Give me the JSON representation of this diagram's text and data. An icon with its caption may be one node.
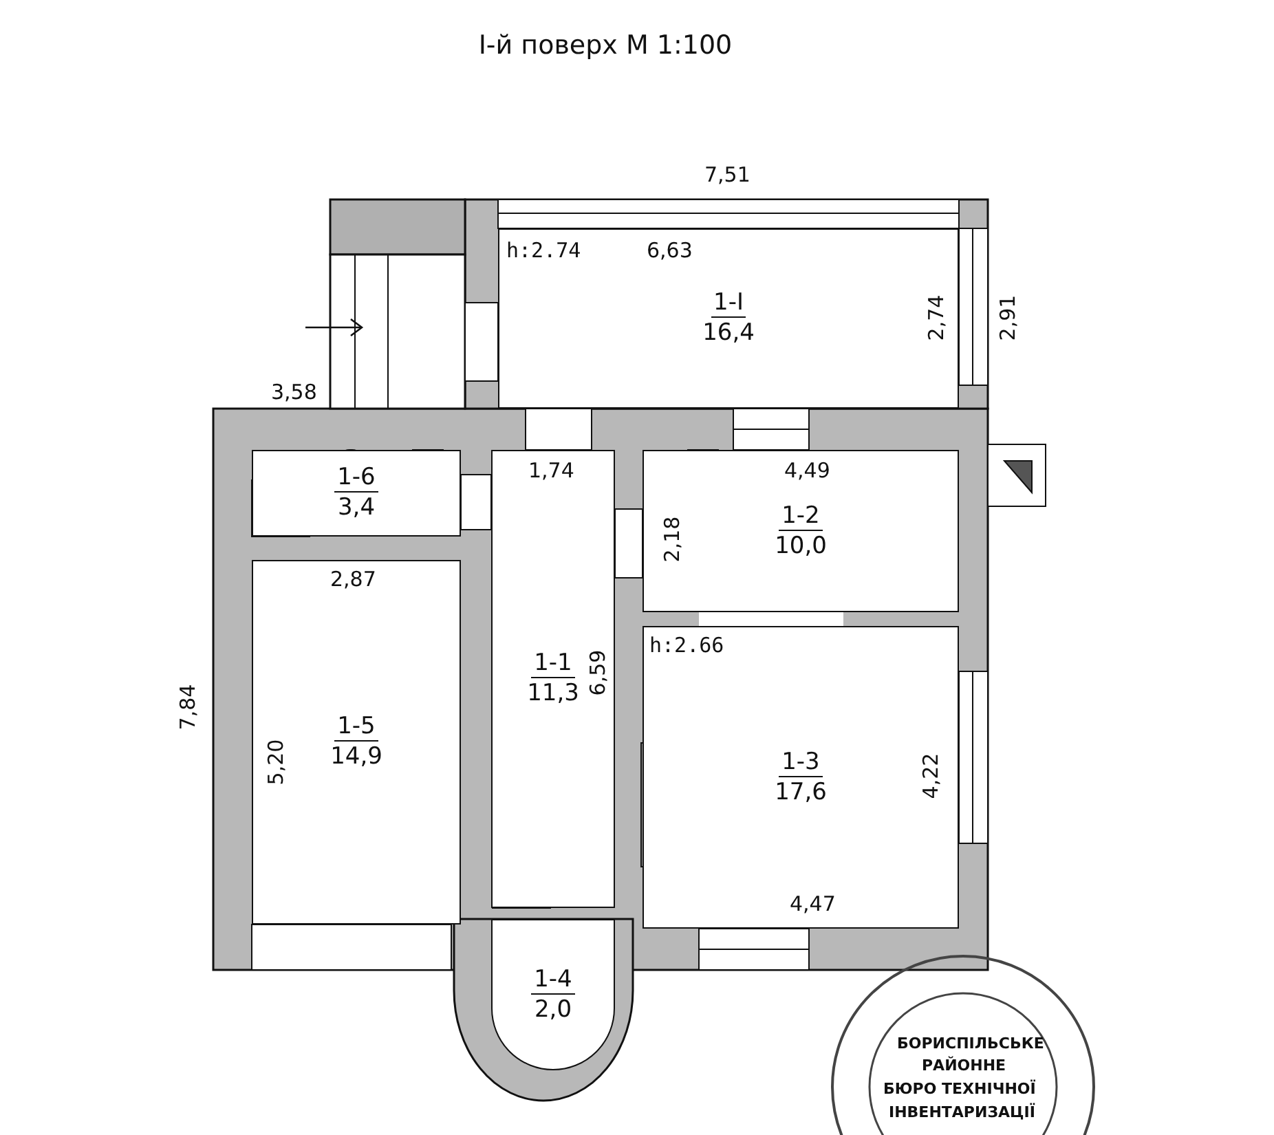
{
  "diagram": {
    "title": "І-й поверх М 1:100",
    "nodes": [
      {
        "text": [
          "1-І",
          "16,4"
        ]
      },
      {
        "text": [
          "1-6",
          "3,4"
        ]
      },
      {
        "text": [
          "1-1",
          "11,3"
        ]
      },
      {
        "text": [
          "1-2",
          "10,0"
        ]
      },
      {
        "text": [
          "1-5",
          "14,9"
        ]
      },
      {
        "text": [
          "1-3",
          "17,6"
        ]
      },
      {
        "text": [
          "1-4",
          "2,0"
        ]
      }
    ],
    "labels": [
      "7,51",
      "h:2.74",
      "6,63",
      "2,74",
      "2,91",
      "3,58",
      "1,74",
      "4,49",
      "2,18",
      "2,87",
      "h:2.66",
      "6,59",
      "7,84",
      "5,20",
      "4,22",
      "4,47",
      "БОРИСПІЛЬСЬКЕ",
      "РАЙОННЕ",
      "БЮРО ТЕХНІЧНОЇ",
      "ІНВЕНТАРИЗАЦІЇ"
    ]
  }
}
